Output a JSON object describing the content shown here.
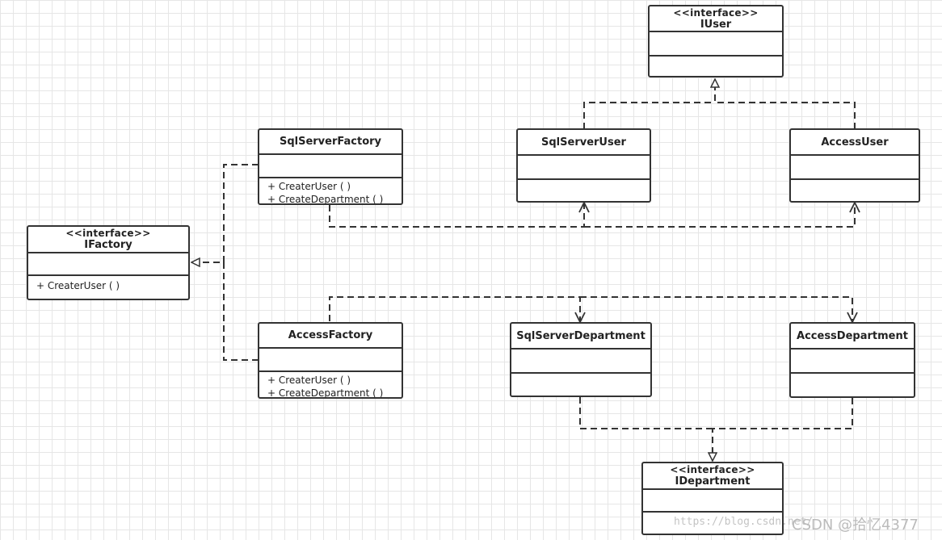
{
  "classes": {
    "iuser": {
      "stereotype": "<<interface>>",
      "name": "IUser"
    },
    "sqlserver_user": {
      "name": "SqlServerUser"
    },
    "access_user": {
      "name": "AccessUser"
    },
    "sqlserver_factory": {
      "name": "SqlServerFactory",
      "ops": [
        "+ CreaterUser ( )",
        "+ CreateDepartment ( )"
      ]
    },
    "ifactory": {
      "stereotype": "<<interface>>",
      "name": "IFactory",
      "ops": [
        "+ CreaterUser ( )"
      ]
    },
    "access_factory": {
      "name": "AccessFactory",
      "ops": [
        "+ CreaterUser ( )",
        "+ CreateDepartment ( )"
      ]
    },
    "sqlserver_department": {
      "name": "SqlServerDepartment"
    },
    "access_department": {
      "name": "AccessDepartment"
    },
    "idepartment": {
      "stereotype": "<<interface>>",
      "name": "IDepartment"
    }
  },
  "relations": [
    {
      "type": "realization",
      "from": "SqlServerUser",
      "to": "IUser"
    },
    {
      "type": "realization",
      "from": "AccessUser",
      "to": "IUser"
    },
    {
      "type": "realization",
      "from": "SqlServerFactory",
      "to": "IFactory"
    },
    {
      "type": "realization",
      "from": "AccessFactory",
      "to": "IFactory"
    },
    {
      "type": "dependency",
      "from": "SqlServerFactory",
      "to": "SqlServerUser"
    },
    {
      "type": "dependency",
      "from": "SqlServerFactory",
      "to": "AccessUser"
    },
    {
      "type": "dependency",
      "from": "AccessFactory",
      "to": "SqlServerDepartment"
    },
    {
      "type": "dependency",
      "from": "AccessFactory",
      "to": "AccessDepartment"
    },
    {
      "type": "realization",
      "from": "SqlServerDepartment",
      "to": "IDepartment"
    },
    {
      "type": "realization",
      "from": "AccessDepartment",
      "to": "IDepartment"
    }
  ],
  "watermark": {
    "url": "https://blog.csdn.net/",
    "brand": "CSDN @拾忆4377"
  }
}
